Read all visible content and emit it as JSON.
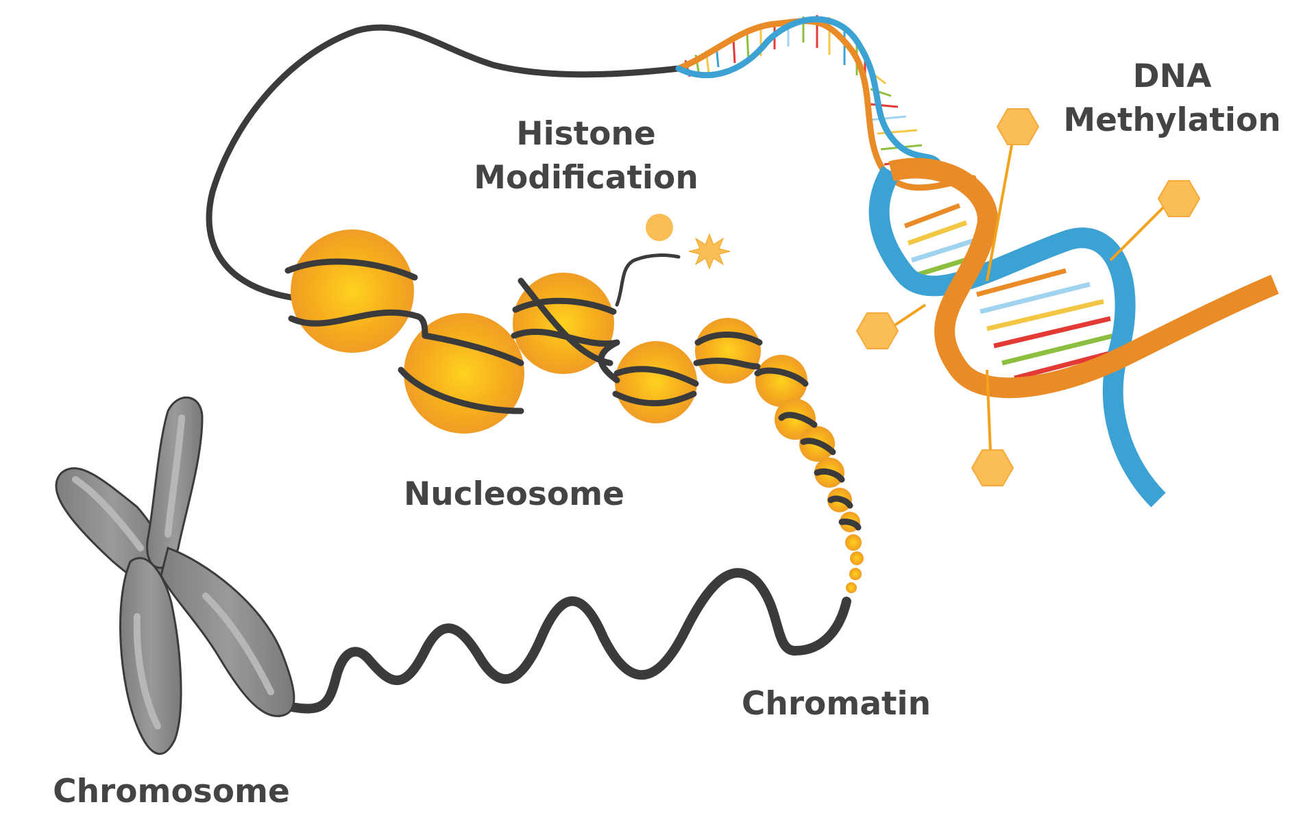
{
  "labels": {
    "histone_line1": "Histone",
    "histone_line2": "Modification",
    "dna_line1": "DNA",
    "dna_line2": "Methylation",
    "nucleosome": "Nucleosome",
    "chromatin": "Chromatin",
    "chromosome": "Chromosome"
  },
  "colors": {
    "text": "#444444",
    "strand": "#3b3b3b",
    "nucleosome": "#f2a21b",
    "nucleosome_highlight": "#ffd23a",
    "dna_orange": "#e98b27",
    "dna_blue": "#3ca2d4",
    "methyl_group": "#fbbd55",
    "chromosome": "#8c8c8c",
    "chromosome_light": "#b7b7b7",
    "base_red": "#e33a35",
    "base_green": "#8cbf3f",
    "base_yellow": "#f3c744",
    "base_lightblue": "#9fd3ef"
  }
}
